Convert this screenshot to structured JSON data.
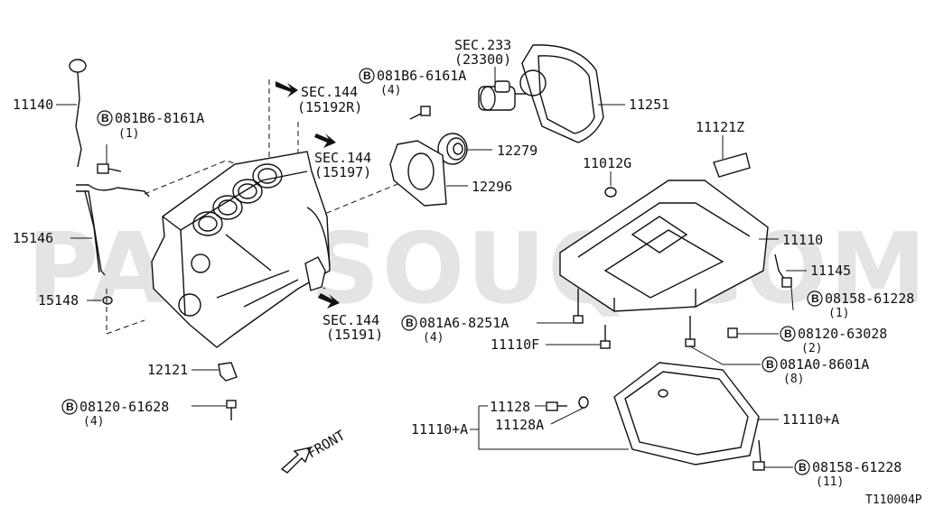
{
  "watermark": "PARTSOUQ.COM",
  "drawing_code": "T110004P",
  "bolt_badge": "B",
  "front_label": "FRONT",
  "parts": {
    "dipstick": "11140",
    "tube": "15146",
    "oring": "15148",
    "bracket": "12121",
    "oil_seal": "12279",
    "retainer": "12296",
    "washer": "11012G",
    "bracket_11121z": "11121Z",
    "upper_pan": "11110",
    "drain_plug_set": "11110+A",
    "lower_pan": "11110+A",
    "sensor": "11145",
    "cover": "11251",
    "plug": "11128",
    "gasket": "11128A",
    "bolt_11110f": "11110F"
  },
  "bolts": [
    {
      "code": "081B6-8161A",
      "qty": "(1)"
    },
    {
      "code": "081B6-6161A",
      "qty": "(4)"
    },
    {
      "code": "08120-61628",
      "qty": "(4)"
    },
    {
      "code": "081A6-8251A",
      "qty": "(4)"
    },
    {
      "code": "08158-61228",
      "qty": "(1)"
    },
    {
      "code": "08120-63028",
      "qty": "(2)"
    },
    {
      "code": "081A0-8601A",
      "qty": "(8)"
    },
    {
      "code": "08158-61228",
      "qty": "(11)"
    }
  ],
  "sections": [
    {
      "sec": "SEC.144",
      "ref": "(15192R)"
    },
    {
      "sec": "SEC.144",
      "ref": "(15197)"
    },
    {
      "sec": "SEC.144",
      "ref": "(15191)"
    },
    {
      "sec": "SEC.233",
      "ref": "(23300)"
    }
  ]
}
